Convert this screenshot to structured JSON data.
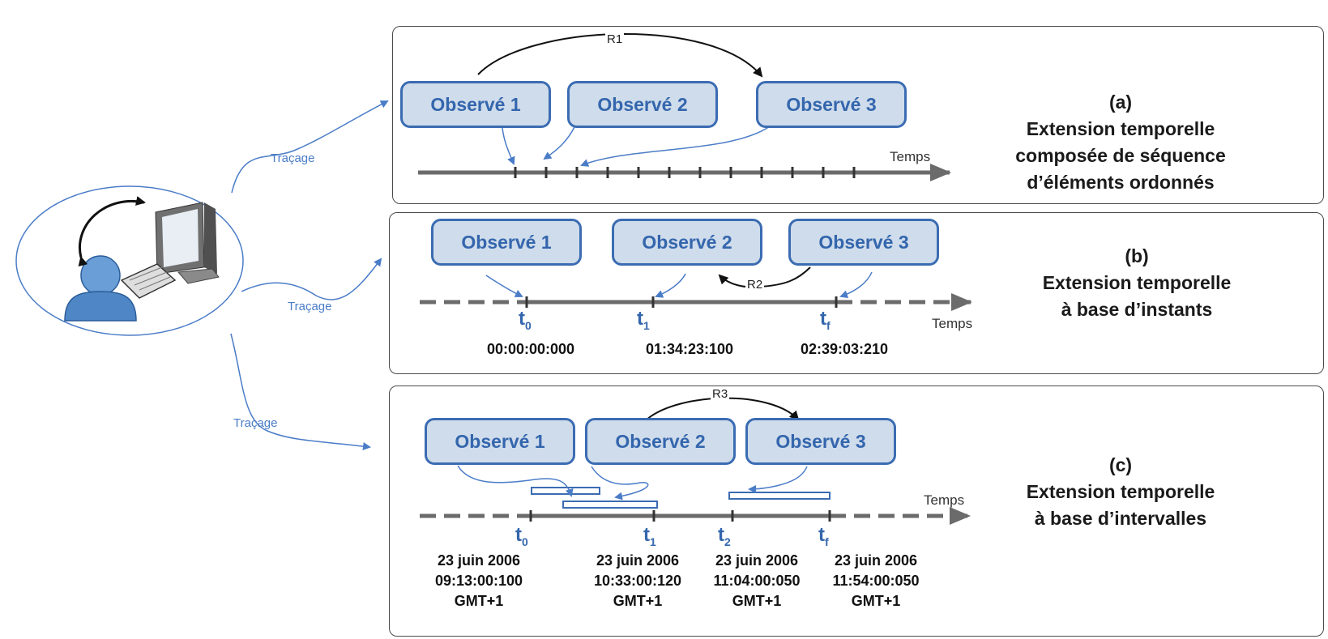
{
  "actor": {
    "trace_label": "Traçage"
  },
  "panels": [
    {
      "id": "a",
      "observed": [
        "Observé 1",
        "Observé 2",
        "Observé 3"
      ],
      "relation": "R1",
      "axis_label": "Temps",
      "caption": {
        "letter": "(a)",
        "lines": [
          "Extension temporelle",
          "composée de séquence",
          "d’éléments ordonnés"
        ]
      }
    },
    {
      "id": "b",
      "observed": [
        "Observé 1",
        "Observé 2",
        "Observé 3"
      ],
      "relation": "R2",
      "axis_label": "Temps",
      "instants": [
        {
          "symbol": "t",
          "sub": "0",
          "value": "00:00:00:000"
        },
        {
          "symbol": "t",
          "sub": "1",
          "value": "01:34:23:100"
        },
        {
          "symbol": "t",
          "sub": "f",
          "value": "02:39:03:210"
        }
      ],
      "caption": {
        "letter": "(b)",
        "lines": [
          "Extension temporelle",
          "à base d’instants"
        ]
      }
    },
    {
      "id": "c",
      "observed": [
        "Observé 1",
        "Observé 2",
        "Observé 3"
      ],
      "relation": "R3",
      "axis_label": "Temps",
      "instants": [
        {
          "symbol": "t",
          "sub": "0",
          "date": "23 juin 2006",
          "time": "09:13:00:100",
          "tz": "GMT+1"
        },
        {
          "symbol": "t",
          "sub": "1",
          "date": "23 juin 2006",
          "time": "10:33:00:120",
          "tz": "GMT+1"
        },
        {
          "symbol": "t",
          "sub": "2",
          "date": "23 juin 2006",
          "time": "11:04:00:050",
          "tz": "GMT+1"
        },
        {
          "symbol": "t",
          "sub": "f",
          "date": "23 juin 2006",
          "time": "11:54:00:050",
          "tz": "GMT+1"
        }
      ],
      "caption": {
        "letter": "(c)",
        "lines": [
          "Extension temporelle",
          "à base d’intervalles"
        ]
      }
    }
  ],
  "colors": {
    "accent": "#3b6cb2",
    "box_fill": "#cfdceb",
    "axis": "#6b6b6b",
    "trace": "#4a7cc7"
  }
}
